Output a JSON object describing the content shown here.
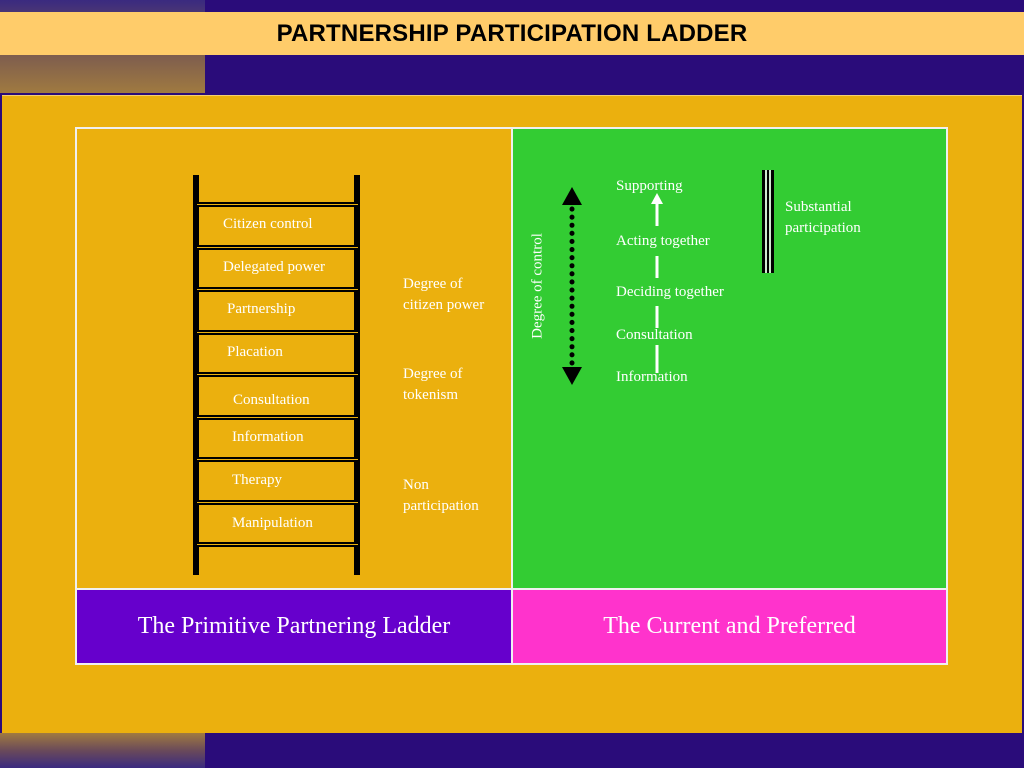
{
  "title": "PARTNERSHIP PARTICIPATION LADDER",
  "ladder": {
    "rungs": [
      "Citizen control",
      "Delegated power",
      "Partnership",
      "Placation",
      "Consultation",
      "Information",
      "Therapy",
      "Manipulation"
    ],
    "degrees": [
      {
        "line1": "Degree of",
        "line2": "citizen power"
      },
      {
        "line1": "Degree of",
        "line2": "tokenism"
      },
      {
        "line1": "Non",
        "line2": "participation"
      }
    ],
    "caption": "The Primitive Partnering Ladder"
  },
  "current": {
    "axis_label": "Degree of control",
    "levels": [
      "Supporting",
      "Acting together",
      "Deciding together",
      "Consultation",
      "Information"
    ],
    "substantial_line1": "Substantial",
    "substantial_line2": "participation",
    "caption": "The Current and Preferred"
  },
  "colors": {
    "background": "#2a0c7a",
    "title_bar": "#ffcc6a",
    "gold": "#ebb00e",
    "green": "#33cc33",
    "purple": "#6600cc",
    "pink": "#ff33cc"
  }
}
